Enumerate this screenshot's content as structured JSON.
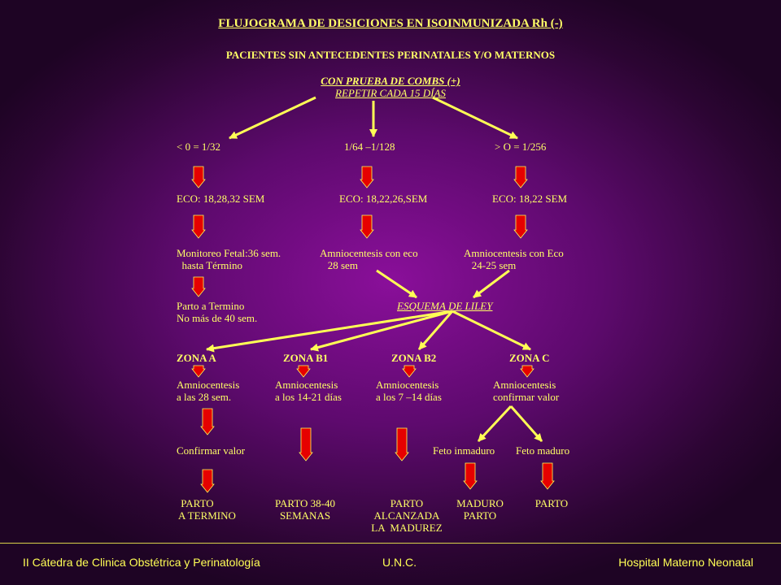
{
  "colors": {
    "text": "#ffff66",
    "arrow_red": "#e60000",
    "arrow_yellow": "#ffff55",
    "footer": "#ffff55"
  },
  "title": "FLUJOGRAMA DE DESICIONES EN ISOINMUNIZADA Rh (-)",
  "subtitle": "PACIENTES SIN ANTECEDENTES PERINATALES Y/O MATERNOS",
  "root": {
    "line1": "CON PRUEBA DE COMBS (+)",
    "line2": "REPETIR CADA 15 DÍAS"
  },
  "branches": [
    {
      "titer": "< 0 = 1/32",
      "eco": "ECO: 18,28,32 SEM",
      "next": "Monitoreo Fetal:36 sem.\n  hasta Término",
      "end": "Parto a Termino\nNo más de 40 sem."
    },
    {
      "titer": "1/64 –1/128",
      "eco": "ECO: 18,22,26,SEM",
      "next": "Amniocentesis con eco\n   28 sem"
    },
    {
      "titer": "> O = 1/256",
      "eco": "ECO: 18,22 SEM",
      "next": "Amniocentesis con Eco\n   24-25 sem"
    }
  ],
  "liley": "ESQUEMA DE LILEY",
  "zones": [
    {
      "name": "ZONA A",
      "action": "Amniocentesis\na las 28 sem.",
      "step": "Confirmar valor",
      "result": " PARTO\nA TERMINO"
    },
    {
      "name": "ZONA B1",
      "action": "Amniocentesis\na los 14-21 días",
      "result": "PARTO 38-40\nSEMANAS"
    },
    {
      "name": "ZONA B2",
      "action": "Amniocentesis\na los 7 –14 días",
      "result": "PARTO\nALCANZADA\nLA  MADUREZ"
    },
    {
      "name": "ZONA C",
      "action": "Amniocentesis\nconfirmar valor",
      "sub": [
        {
          "label": "Feto inmaduro",
          "result": "MADURO\nPARTO"
        },
        {
          "label": "Feto maduro",
          "result": "PARTO"
        }
      ]
    }
  ],
  "footer": {
    "left": "II Cátedra de Clinica Obstétrica y Perinatología",
    "center": "U.N.C.",
    "right": "Hospital Materno Neonatal"
  }
}
